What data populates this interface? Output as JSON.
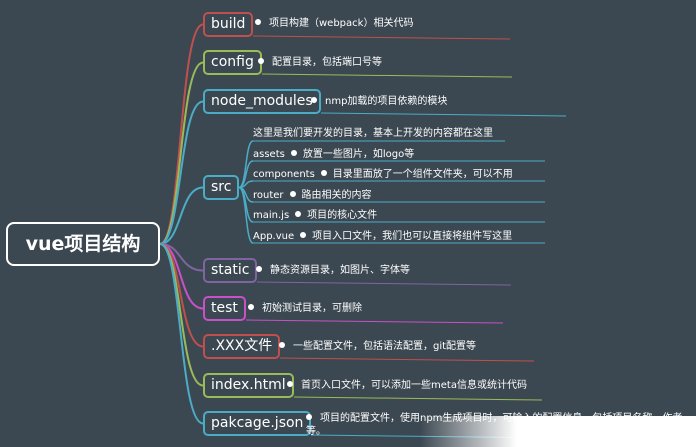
{
  "root": {
    "label": "vue项目结构"
  },
  "colors": {
    "background": "#3c4851",
    "text": "#ffffff"
  },
  "branches": [
    {
      "label": "build",
      "color": "#c0504d",
      "desc": "项目构建（webpack）相关代码"
    },
    {
      "label": "config",
      "color": "#9bbb59",
      "desc": "配置目录，包括端口号等"
    },
    {
      "label": "node_modules",
      "color": "#4bacc6",
      "desc": "nmp加载的项目依赖的模块"
    },
    {
      "label": "src",
      "color": "#4bacc6",
      "desc": "这里是我们要开发的目录，基本上开发的内容都在这里",
      "children": [
        {
          "name": "assets",
          "desc": "放置一些图片，如logo等"
        },
        {
          "name": "components",
          "desc": "目录里面放了一个组件文件夹，可以不用"
        },
        {
          "name": "router",
          "desc": "路由相关的内容"
        },
        {
          "name": "main.js",
          "desc": "项目的核心文件"
        },
        {
          "name": "App.vue",
          "desc": "项目入口文件，我们也可以直接将组件写这里"
        }
      ]
    },
    {
      "label": "static",
      "color": "#8064a2",
      "desc": "静态资源目录，如图片、字体等"
    },
    {
      "label": "test",
      "color": "#c850c8",
      "desc": "初始测试目录，可删除"
    },
    {
      "label": ".XXX文件",
      "color": "#c0504d",
      "desc": "一些配置文件，包括语法配置，git配置等"
    },
    {
      "label": "index.html",
      "color": "#9bbb59",
      "desc": "首页入口文件，可以添加一些meta信息或统计代码"
    },
    {
      "label": "pakcage.json",
      "color": "#4bacc6",
      "desc": "项目的配置文件，使用npm生成项目时，可输入的配置信息，包括项目名称，作者等。"
    }
  ]
}
